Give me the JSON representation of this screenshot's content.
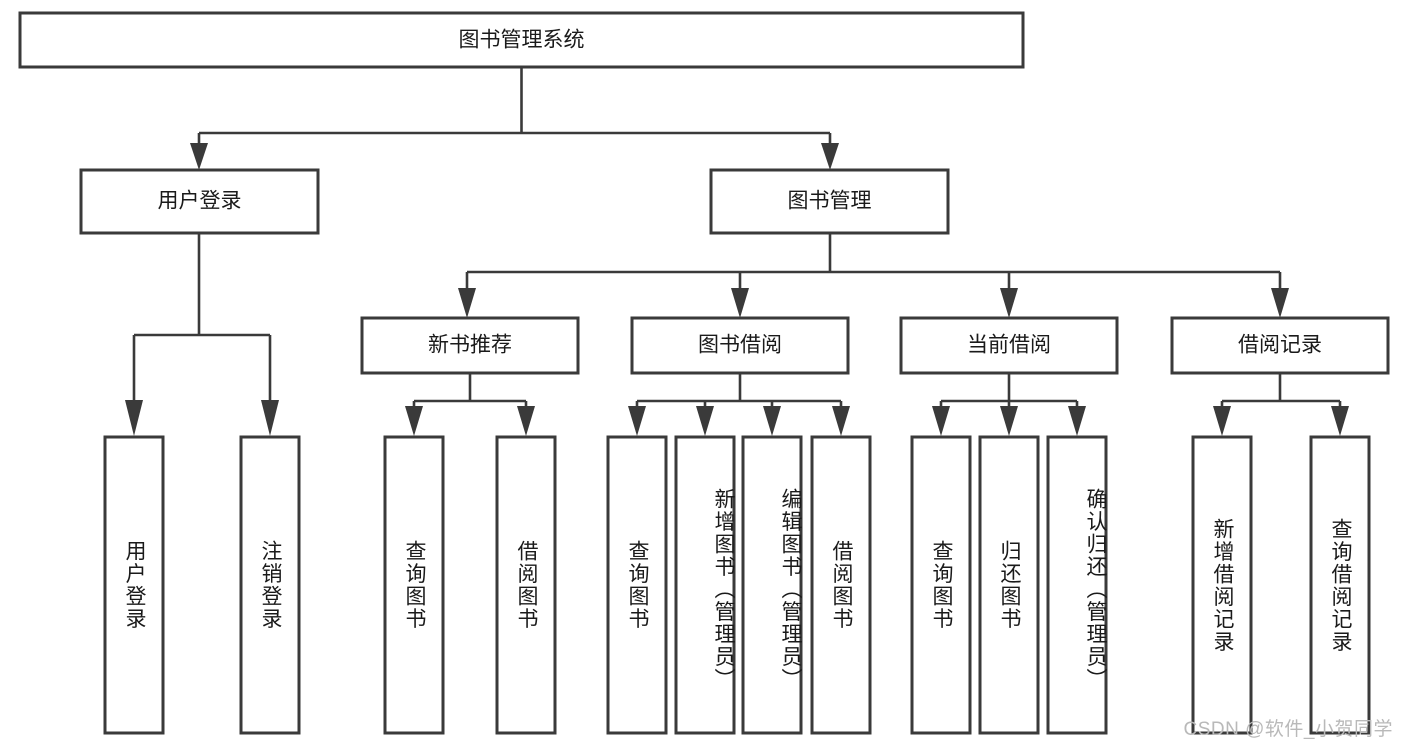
{
  "diagram": {
    "type": "tree",
    "title": "图书管理系统",
    "orientation": "top-down",
    "root": {
      "id": "root",
      "label": "图书管理系统"
    },
    "level2": [
      {
        "id": "user-login",
        "label": "用户登录"
      },
      {
        "id": "book-management",
        "label": "图书管理"
      }
    ],
    "level3": [
      {
        "id": "new-book-recommend",
        "label": "新书推荐",
        "parent": "book-management"
      },
      {
        "id": "book-borrow",
        "label": "图书借阅",
        "parent": "book-management"
      },
      {
        "id": "current-borrow",
        "label": "当前借阅",
        "parent": "book-management"
      },
      {
        "id": "borrow-record",
        "label": "借阅记录",
        "parent": "book-management"
      }
    ],
    "leaves": {
      "user_login": [
        {
          "id": "leaf-user-login",
          "label": "用户登录"
        },
        {
          "id": "leaf-logout-login",
          "label": "注销登录"
        }
      ],
      "new_book_recommend": [
        {
          "id": "leaf-query-book-1",
          "label": "查询图书"
        },
        {
          "id": "leaf-borrow-book-1",
          "label": "借阅图书"
        }
      ],
      "book_borrow": [
        {
          "id": "leaf-query-book-2",
          "label": "查询图书"
        },
        {
          "id": "leaf-add-book",
          "label": "新增图书（管理员）"
        },
        {
          "id": "leaf-edit-book",
          "label": "编辑图书（管理员）"
        },
        {
          "id": "leaf-borrow-book-2",
          "label": "借阅图书"
        }
      ],
      "current_borrow": [
        {
          "id": "leaf-query-book-3",
          "label": "查询图书"
        },
        {
          "id": "leaf-return-book",
          "label": "归还图书"
        },
        {
          "id": "leaf-confirm-return",
          "label": "确认归还（管理员）"
        }
      ],
      "borrow_record": [
        {
          "id": "leaf-add-record",
          "label": "新增借阅记录"
        },
        {
          "id": "leaf-query-record",
          "label": "查询借阅记录"
        }
      ]
    }
  },
  "watermark": {
    "text": "CSDN @软件_小贺同学"
  },
  "colors": {
    "stroke": "#3a3a3a",
    "fill": "#ffffff",
    "text": "#1a1a1a",
    "watermark": "#b9b9b9"
  }
}
